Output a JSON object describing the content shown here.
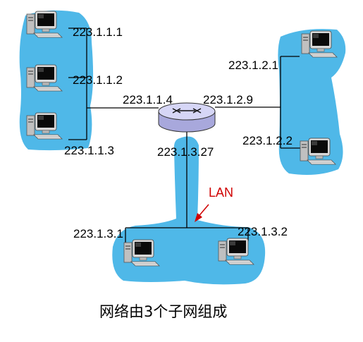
{
  "diagram": {
    "caption": "网络由3个子网组成",
    "lan_label": "LAN",
    "colors": {
      "subnet_fill": "#4fb8e8",
      "router_fill": "#c8c8f0",
      "link": "#000000",
      "lan_arrow": "#d00000"
    },
    "subnet1": {
      "hosts": [
        "223.1.1.1",
        "223.1.1.2",
        "223.1.1.3"
      ],
      "router_interface": "223.1.1.4"
    },
    "subnet2": {
      "hosts": [
        "223.1.2.1",
        "223.1.2.2"
      ],
      "router_interface": "223.1.2.9"
    },
    "subnet3": {
      "hosts": [
        "223.1.3.1",
        "223.1.3.2"
      ],
      "router_interface": "223.1.3.27"
    },
    "icons": {
      "host": "desktop-computer-icon",
      "router": "router-icon"
    }
  }
}
